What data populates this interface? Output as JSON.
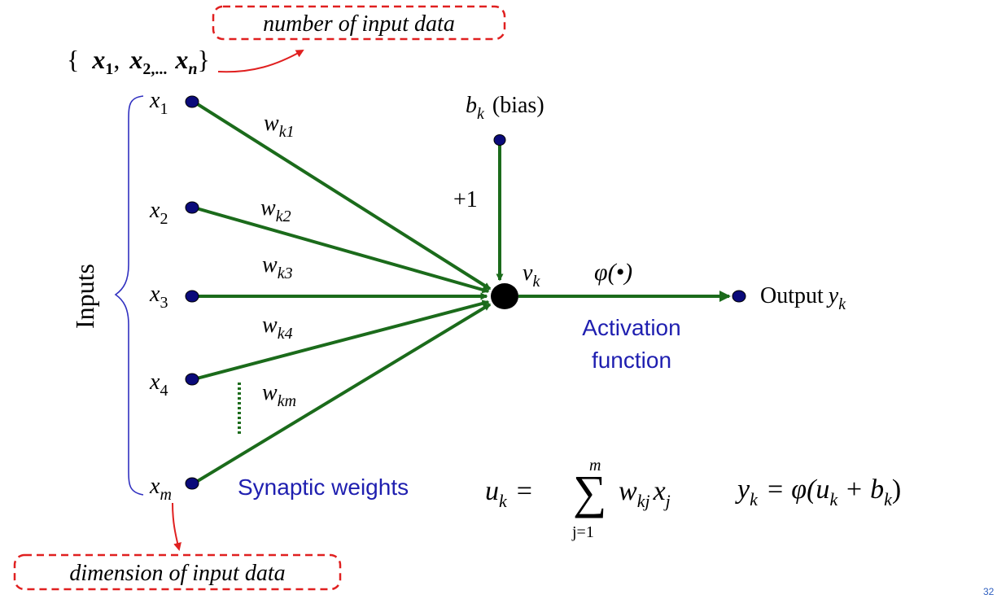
{
  "top_callout": {
    "text": "number of input data"
  },
  "bottom_callout": {
    "text": "dimension of input data"
  },
  "input_set": {
    "open": "{",
    "x1": "x",
    "x1_sub": "1",
    "sep1": ",",
    "x2": "x",
    "x2_sub": "2,...",
    "xn": "x",
    "xn_sub": "n",
    "close": "}"
  },
  "inputs_label": "Inputs",
  "inputs": [
    {
      "name": "x",
      "sub": "1"
    },
    {
      "name": "x",
      "sub": "2"
    },
    {
      "name": "x",
      "sub": "3"
    },
    {
      "name": "x",
      "sub": "4"
    },
    {
      "name": "x",
      "sub": "m"
    }
  ],
  "weights": [
    {
      "name": "w",
      "sub": "k1"
    },
    {
      "name": "w",
      "sub": "k2"
    },
    {
      "name": "w",
      "sub": "k3"
    },
    {
      "name": "w",
      "sub": "k4"
    },
    {
      "name": "w",
      "sub": "km"
    }
  ],
  "bias": {
    "name": "b",
    "sub": "k",
    "suffix": "(bias)",
    "plus_one": "+1"
  },
  "summing_node": {
    "name": "v",
    "sub": "k"
  },
  "activation": {
    "symbol": "φ(•)",
    "label_line1": "Activation",
    "label_line2": "function"
  },
  "output": {
    "label": "Output",
    "name": "y",
    "sub": "k"
  },
  "synaptic_label": "Synaptic weights",
  "equation_u": {
    "lhs": "u",
    "lhs_sub": "k",
    "eq": "=",
    "sum": "∑",
    "upper": "m",
    "lower": "j=1",
    "term_w": "w",
    "term_w_sub": "kj",
    "term_x": "x",
    "term_x_sub": "j"
  },
  "equation_y": {
    "lhs": "y",
    "lhs_sub": "k",
    "rhs_pre": "= φ(u",
    "rhs_sub1": "k",
    "rhs_mid": " + b",
    "rhs_sub2": "k",
    "rhs_post": ")"
  },
  "page_number": "32",
  "colors": {
    "arrow": "#1b6b1b",
    "node": "#0a0a7a",
    "callout": "#e02020",
    "blue_text": "#1f1fb0",
    "brace": "#3030c0"
  }
}
